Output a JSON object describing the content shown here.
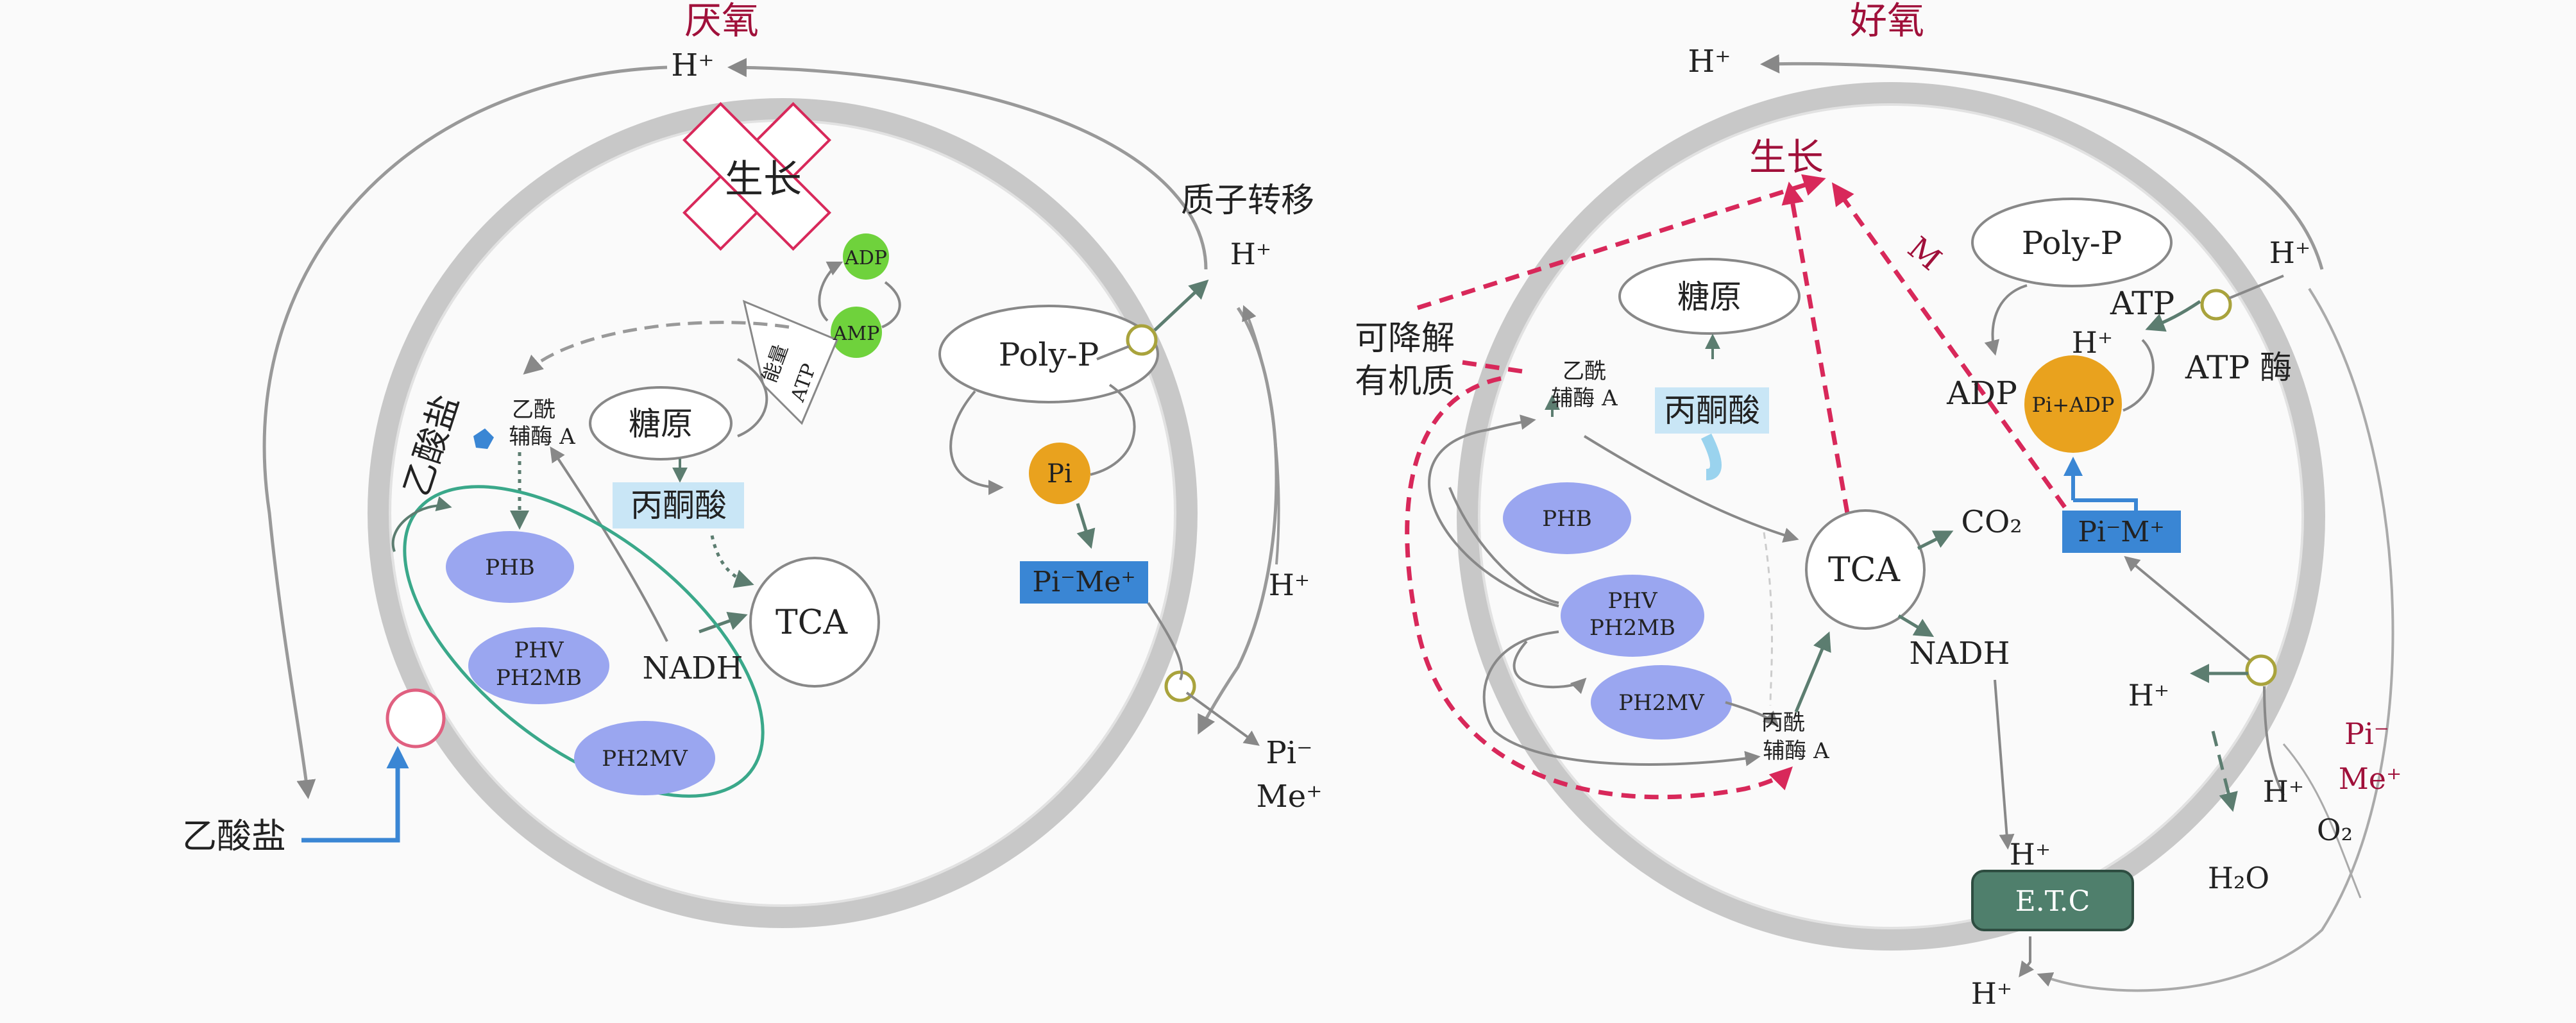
{
  "titles": {
    "anaerobic": "厌氧",
    "aerobic": "好氧"
  },
  "anaerobic": {
    "h_top": "H⁺",
    "h_proton": "H⁺",
    "h_right": "H⁺",
    "proton_transfer": "质子转移",
    "growth": "生长",
    "adp": "ADP",
    "amp": "AMP",
    "energy": "能量",
    "atp": "ATP",
    "polyp": "Poly-P",
    "pi": "Pi",
    "pi_me": "Pi⁻Me⁺",
    "pi_out": "Pi⁻",
    "me_out": "Me⁺",
    "acetyl_coa_1": "乙酰",
    "acetyl_coa_2": "辅酶 A",
    "glycogen": "糖原",
    "pyruvate": "丙酮酸",
    "tca": "TCA",
    "nadh": "NADH",
    "phb": "PHB",
    "phv_1": "PHV",
    "phv_2": "PH2MB",
    "ph2mv": "PH2MV",
    "acetate_in": "乙酸盐",
    "acetate_out": "乙酸盐"
  },
  "aerobic": {
    "h_top": "H⁺",
    "growth": "生长",
    "m_label": "M",
    "polyp": "Poly-P",
    "atp": "ATP",
    "h_atp": "H⁺",
    "h_in": "H⁺",
    "atp_enzyme": "ATP 酶",
    "adp": "ADP",
    "pi_adp": "Pi+ADP",
    "pi_m": "Pi⁻M⁺",
    "degradable_1": "可降解",
    "degradable_2": "有机质",
    "acetyl_coa_1": "乙酰",
    "acetyl_coa_2": "辅酶 A",
    "glycogen": "糖原",
    "pyruvate": "丙酮酸",
    "tca": "TCA",
    "co2": "CO₂",
    "nadh": "NADH",
    "phb": "PHB",
    "phv_1": "PHV",
    "phv_2": "PH2MB",
    "ph2mv": "PH2MV",
    "propionyl_coa_1": "丙酰",
    "propionyl_coa_2": "辅酶 A",
    "h_mid": "H⁺",
    "h_o2": "H⁺",
    "o2": "O₂",
    "h2o": "H₂O",
    "h_etc": "H⁺",
    "etc": "E.T.C",
    "h_bottom": "H⁺",
    "pi_ext": "Pi⁻",
    "me_ext": "Me⁺"
  },
  "colors": {
    "membrane": "#c8c8c8",
    "phb_fill": "#9aa6f0",
    "green_circle": "#6fd23c",
    "orange_circle": "#e9a21e",
    "blue_box": "#3a86d4",
    "pale_blue_box": "#c9e6f6",
    "etc_fill": "#4f7f6c",
    "red_dashed": "#d8285a",
    "teal_ellipse": "#3aa88a"
  }
}
